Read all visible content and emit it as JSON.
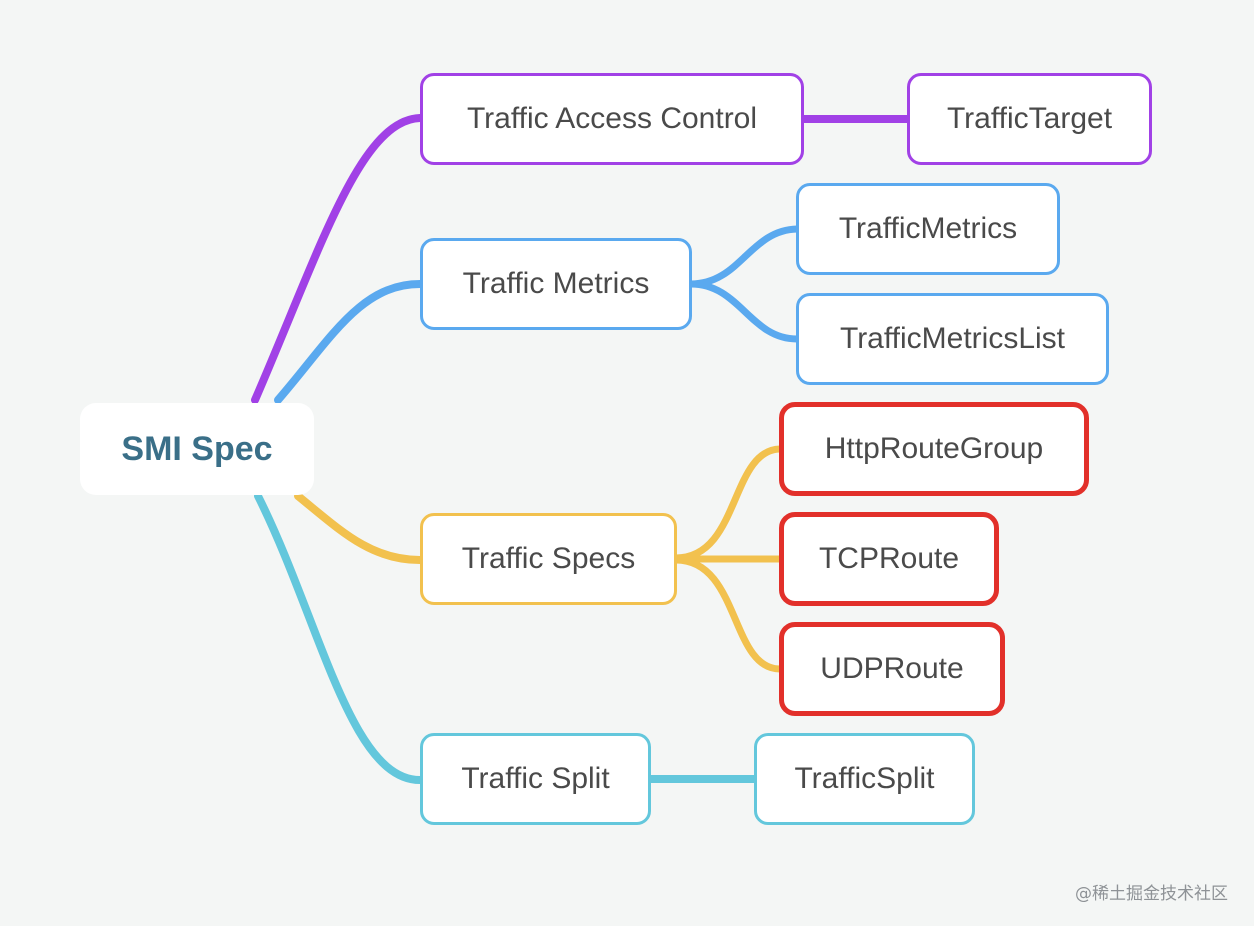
{
  "root": {
    "label": "SMI Spec"
  },
  "branches": [
    {
      "label": "Traffic Access Control",
      "color": "#a141e6",
      "children": [
        {
          "label": "TrafficTarget"
        }
      ]
    },
    {
      "label": "Traffic Metrics",
      "color": "#5aa9ef",
      "children": [
        {
          "label": "TrafficMetrics"
        },
        {
          "label": "TrafficMetricsList"
        }
      ]
    },
    {
      "label": "Traffic Specs",
      "color": "#f2c14e",
      "highlight_color": "#e2302a",
      "children": [
        {
          "label": "HttpRouteGroup"
        },
        {
          "label": "TCPRoute"
        },
        {
          "label": "UDPRoute"
        }
      ]
    },
    {
      "label": "Traffic Split",
      "color": "#63c7dc",
      "children": [
        {
          "label": "TrafficSplit"
        }
      ]
    }
  ],
  "watermark": "@稀土掘金技术社区"
}
